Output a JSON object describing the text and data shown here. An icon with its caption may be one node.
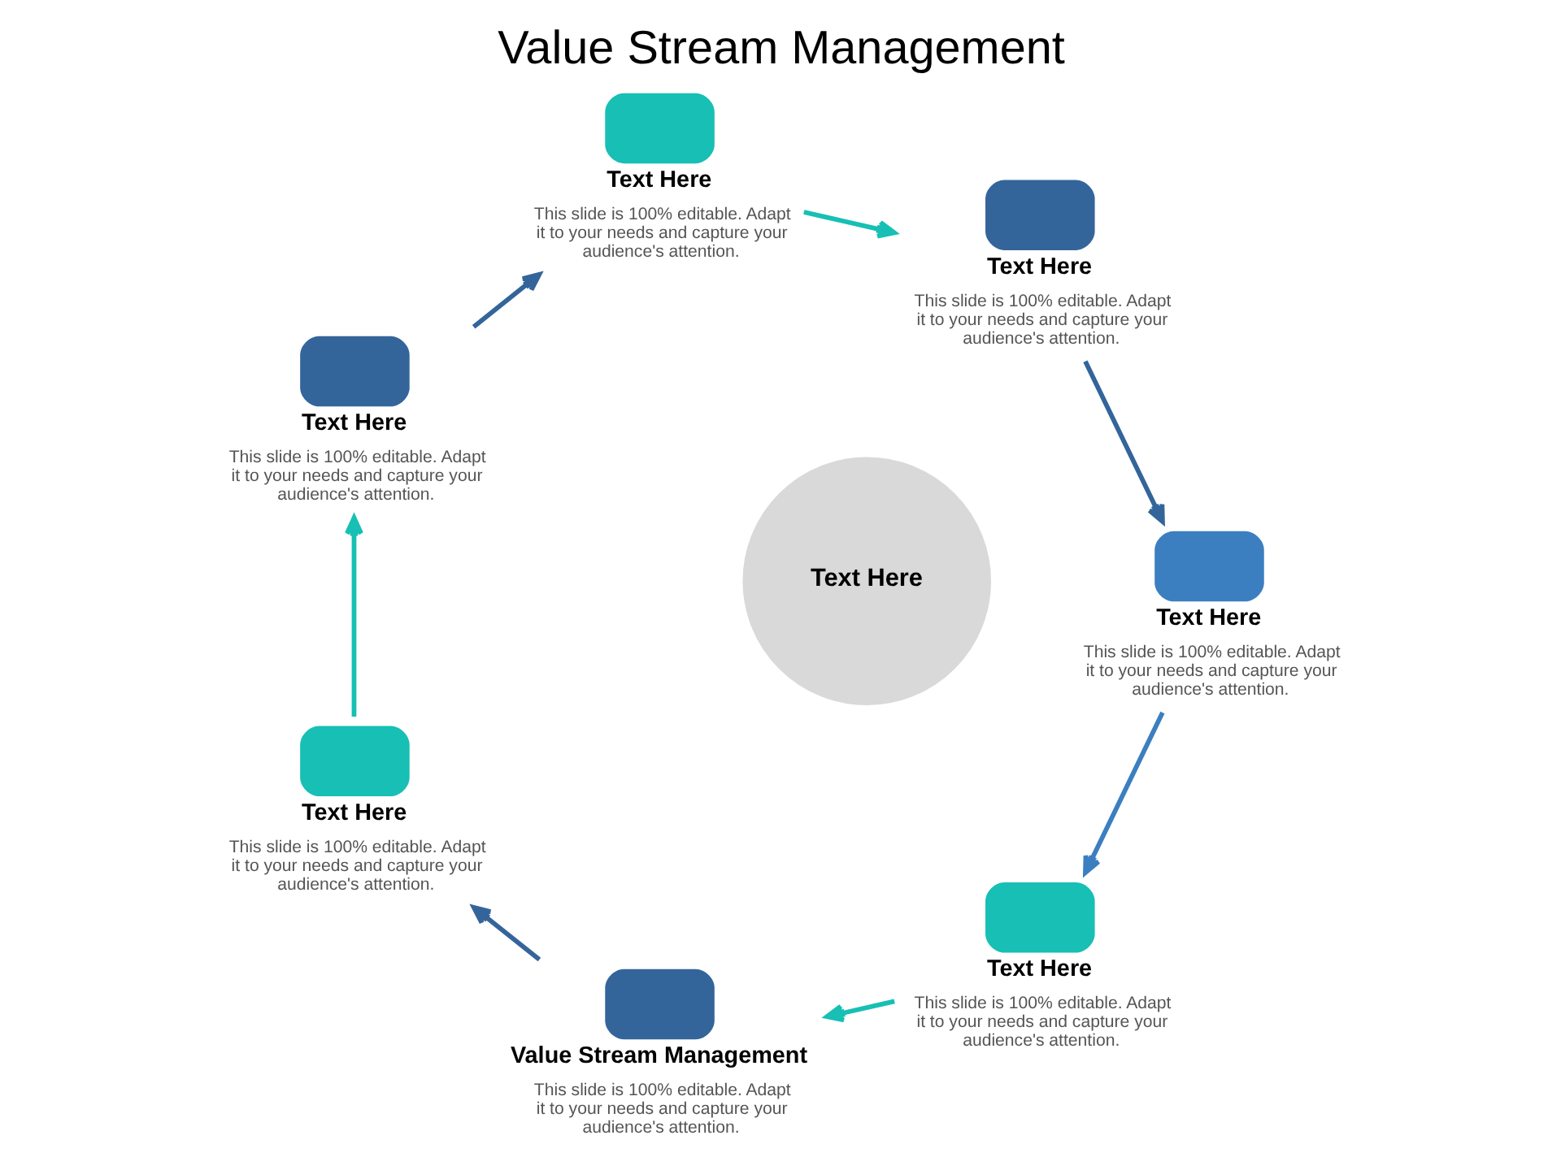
{
  "diagram": {
    "title": "Value Stream Management",
    "nodes": [
      {
        "text": [
          "Text Here",
          "This slide is 100% editable. Adapt it to your needs and capture your audience's attention."
        ]
      },
      {
        "text": [
          "Value Stream Management",
          "This slide is 100% editable. Adapt it to your needs and capture your audience's attention."
        ]
      },
      {
        "text": [
          "Text Here",
          "This slide is 100% editable. Adapt it to your needs and capture your audience's attention."
        ]
      },
      {
        "text": [
          "Text Here",
          "This slide is 100% editable. Adapt it to your needs and capture your audience's attention."
        ]
      },
      {
        "text": [
          "Text Here",
          "This slide is 100% editable. Adapt it to your needs and capture your audience's attention."
        ]
      },
      {
        "text": [
          "Text Here",
          "This slide is 100% editable. Adapt it to your needs and capture your audience's attention."
        ]
      },
      {
        "text": [
          "Text Here",
          "This slide is 100% editable. Adapt it to your needs and capture your audience's attention."
        ]
      },
      {
        "text": [
          "Text Here"
        ]
      }
    ],
    "edges": [
      {
        "from": 0,
        "to": 1,
        "arrow": "to",
        "color": "#17bfb4"
      },
      {
        "from": 1,
        "to": 2,
        "arrow": "to",
        "color": "#34659a"
      },
      {
        "from": 2,
        "to": 3,
        "arrow": "to",
        "color": "#17bfb4"
      },
      {
        "from": 3,
        "to": 4,
        "arrow": "to",
        "color": "#34659a"
      },
      {
        "from": 4,
        "to": 5,
        "arrow": "to",
        "color": "#17bfb4"
      },
      {
        "from": 5,
        "to": 6,
        "arrow": "to",
        "color": "#34659a"
      },
      {
        "from": 6,
        "to": 0,
        "arrow": "to",
        "color": "#3b7fc0"
      }
    ]
  }
}
